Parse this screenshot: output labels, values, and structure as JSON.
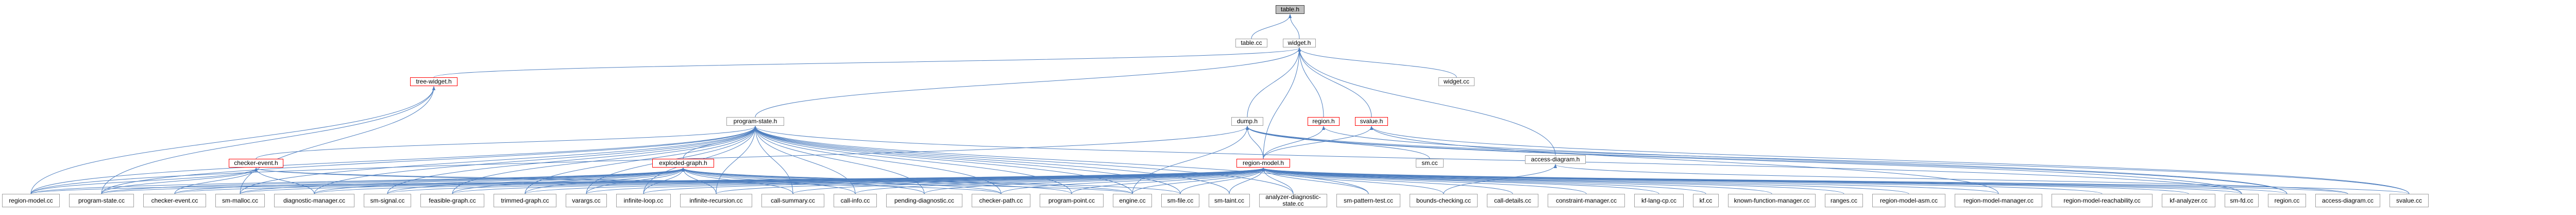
{
  "nodes": [
    {
      "id": "table_h",
      "label": "table.h",
      "kind": "root"
    },
    {
      "id": "table_cc",
      "label": "table.cc"
    },
    {
      "id": "widget_h",
      "label": "widget.h"
    },
    {
      "id": "widget_cc",
      "label": "widget.cc"
    },
    {
      "id": "tree_widget_h",
      "label": "tree-widget.h",
      "kind": "red"
    },
    {
      "id": "program_state_h",
      "label": "program-state.h"
    },
    {
      "id": "dump_h",
      "label": "dump.h"
    },
    {
      "id": "region_h",
      "label": "region.h",
      "kind": "red"
    },
    {
      "id": "svalue_h",
      "label": "svalue.h",
      "kind": "red"
    },
    {
      "id": "access_diagram_h",
      "label": "access-diagram.h"
    },
    {
      "id": "sm_cc",
      "label": "sm.cc"
    },
    {
      "id": "checker_event_h",
      "label": "checker-event.h",
      "kind": "red"
    },
    {
      "id": "exploded_graph_h",
      "label": "exploded-graph.h",
      "kind": "red"
    },
    {
      "id": "region_model_h",
      "label": "region-model.h",
      "kind": "red"
    },
    {
      "id": "region_model_cc",
      "label": "region-model.cc"
    },
    {
      "id": "program_state_cc",
      "label": "program-state.cc"
    },
    {
      "id": "checker_event_cc",
      "label": "checker-event.cc"
    },
    {
      "id": "sm_malloc_cc",
      "label": "sm-malloc.cc"
    },
    {
      "id": "diagnostic_manager_cc",
      "label": "diagnostic-manager.cc"
    },
    {
      "id": "sm_signal_cc",
      "label": "sm-signal.cc"
    },
    {
      "id": "feasible_graph_cc",
      "label": "feasible-graph.cc"
    },
    {
      "id": "trimmed_graph_cc",
      "label": "trimmed-graph.cc"
    },
    {
      "id": "varargs_cc",
      "label": "varargs.cc"
    },
    {
      "id": "infinite_loop_cc",
      "label": "infinite-loop.cc"
    },
    {
      "id": "infinite_recursion_cc",
      "label": "infinite-recursion.cc"
    },
    {
      "id": "call_summary_cc",
      "label": "call-summary.cc"
    },
    {
      "id": "call_info_cc",
      "label": "call-info.cc"
    },
    {
      "id": "pending_diagnostic_cc",
      "label": "pending-diagnostic.cc"
    },
    {
      "id": "checker_path_cc",
      "label": "checker-path.cc"
    },
    {
      "id": "program_point_cc",
      "label": "program-point.cc"
    },
    {
      "id": "engine_cc",
      "label": "engine.cc"
    },
    {
      "id": "sm_file_cc",
      "label": "sm-file.cc"
    },
    {
      "id": "sm_taint_cc",
      "label": "sm-taint.cc"
    },
    {
      "id": "ana_diag_cc",
      "label": "analyzer-diagnostic-state.cc",
      "kind": "multi"
    },
    {
      "id": "sm_pattern_test_cc",
      "label": "sm-pattern-test.cc"
    },
    {
      "id": "bounds_checking_cc",
      "label": "bounds-checking.cc"
    },
    {
      "id": "call_details_cc",
      "label": "call-details.cc"
    },
    {
      "id": "constraint_manager_cc",
      "label": "constraint-manager.cc"
    },
    {
      "id": "kf_lang_cp_cc",
      "label": "kf-lang-cp.cc"
    },
    {
      "id": "kf_cc",
      "label": "kf.cc"
    },
    {
      "id": "known_function_manager_cc",
      "label": "known-function-manager.cc"
    },
    {
      "id": "ranges_cc",
      "label": "ranges.cc"
    },
    {
      "id": "region_model_asm_cc",
      "label": "region-model-asm.cc"
    },
    {
      "id": "region_model_manager_cc",
      "label": "region-model-manager.cc"
    },
    {
      "id": "region_model_reachability_cc",
      "label": "region-model-reachability.cc"
    },
    {
      "id": "kf_analyzer_cc",
      "label": "kf-analyzer.cc"
    },
    {
      "id": "sm_fd_cc",
      "label": "sm-fd.cc"
    },
    {
      "id": "region_cc",
      "label": "region.cc"
    },
    {
      "id": "access_diagram_cc",
      "label": "access-diagram.cc"
    },
    {
      "id": "svalue_cc",
      "label": "svalue.cc"
    }
  ],
  "edges": [
    [
      "table_cc",
      "table_h"
    ],
    [
      "widget_h",
      "table_h"
    ],
    [
      "widget_cc",
      "widget_h"
    ],
    [
      "tree_widget_h",
      "widget_h"
    ],
    [
      "program_state_h",
      "widget_h"
    ],
    [
      "dump_h",
      "widget_h"
    ],
    [
      "region_h",
      "widget_h"
    ],
    [
      "svalue_h",
      "widget_h"
    ],
    [
      "access_diagram_h",
      "widget_h"
    ],
    [
      "region_model_h",
      "widget_h"
    ],
    [
      "region_model_cc",
      "tree_widget_h"
    ],
    [
      "program_state_cc",
      "tree_widget_h"
    ],
    [
      "sm_malloc_cc",
      "tree_widget_h"
    ],
    [
      "region_model_cc",
      "program_state_h"
    ],
    [
      "program_state_cc",
      "program_state_h"
    ],
    [
      "checker_event_h",
      "program_state_h"
    ],
    [
      "exploded_graph_h",
      "program_state_h"
    ],
    [
      "sm_malloc_cc",
      "program_state_h"
    ],
    [
      "diagnostic_manager_cc",
      "program_state_h"
    ],
    [
      "sm_signal_cc",
      "program_state_h"
    ],
    [
      "feasible_graph_cc",
      "program_state_h"
    ],
    [
      "trimmed_graph_cc",
      "program_state_h"
    ],
    [
      "varargs_cc",
      "program_state_h"
    ],
    [
      "infinite_loop_cc",
      "program_state_h"
    ],
    [
      "infinite_recursion_cc",
      "program_state_h"
    ],
    [
      "call_summary_cc",
      "program_state_h"
    ],
    [
      "call_info_cc",
      "program_state_h"
    ],
    [
      "pending_diagnostic_cc",
      "program_state_h"
    ],
    [
      "checker_path_cc",
      "program_state_h"
    ],
    [
      "program_point_cc",
      "program_state_h"
    ],
    [
      "engine_cc",
      "program_state_h"
    ],
    [
      "sm_file_cc",
      "program_state_h"
    ],
    [
      "sm_taint_cc",
      "program_state_h"
    ],
    [
      "ana_diag_cc",
      "program_state_h"
    ],
    [
      "sm_pattern_test_cc",
      "program_state_h"
    ],
    [
      "sm_fd_cc",
      "program_state_h"
    ],
    [
      "region_model_cc",
      "dump_h"
    ],
    [
      "sm_cc",
      "dump_h"
    ],
    [
      "region_model_h",
      "dump_h"
    ],
    [
      "engine_cc",
      "dump_h"
    ],
    [
      "sm_fd_cc",
      "dump_h"
    ],
    [
      "region_cc",
      "dump_h"
    ],
    [
      "svalue_cc",
      "dump_h"
    ],
    [
      "region_model_h",
      "region_h"
    ],
    [
      "region_cc",
      "region_h"
    ],
    [
      "region_model_h",
      "svalue_h"
    ],
    [
      "svalue_cc",
      "svalue_h"
    ],
    [
      "region_model_manager_cc",
      "svalue_h"
    ],
    [
      "access_diagram_cc",
      "access_diagram_h"
    ],
    [
      "bounds_checking_cc",
      "access_diagram_h"
    ],
    [
      "region_model_cc",
      "checker_event_h"
    ],
    [
      "checker_event_cc",
      "checker_event_h"
    ],
    [
      "diagnostic_manager_cc",
      "checker_event_h"
    ],
    [
      "program_state_cc",
      "checker_event_h"
    ],
    [
      "checker_path_cc",
      "checker_event_h"
    ],
    [
      "engine_cc",
      "checker_event_h"
    ],
    [
      "region_model_cc",
      "exploded_graph_h"
    ],
    [
      "program_state_cc",
      "exploded_graph_h"
    ],
    [
      "checker_event_cc",
      "exploded_graph_h"
    ],
    [
      "sm_malloc_cc",
      "exploded_graph_h"
    ],
    [
      "diagnostic_manager_cc",
      "exploded_graph_h"
    ],
    [
      "sm_signal_cc",
      "exploded_graph_h"
    ],
    [
      "feasible_graph_cc",
      "exploded_graph_h"
    ],
    [
      "trimmed_graph_cc",
      "exploded_graph_h"
    ],
    [
      "varargs_cc",
      "exploded_graph_h"
    ],
    [
      "infinite_loop_cc",
      "exploded_graph_h"
    ],
    [
      "infinite_recursion_cc",
      "exploded_graph_h"
    ],
    [
      "call_summary_cc",
      "exploded_graph_h"
    ],
    [
      "call_info_cc",
      "exploded_graph_h"
    ],
    [
      "pending_diagnostic_cc",
      "exploded_graph_h"
    ],
    [
      "checker_path_cc",
      "exploded_graph_h"
    ],
    [
      "program_point_cc",
      "exploded_graph_h"
    ],
    [
      "engine_cc",
      "exploded_graph_h"
    ],
    [
      "sm_file_cc",
      "exploded_graph_h"
    ],
    [
      "region_model_cc",
      "region_model_h"
    ],
    [
      "program_state_cc",
      "region_model_h"
    ],
    [
      "checker_event_cc",
      "region_model_h"
    ],
    [
      "sm_malloc_cc",
      "region_model_h"
    ],
    [
      "diagnostic_manager_cc",
      "region_model_h"
    ],
    [
      "sm_signal_cc",
      "region_model_h"
    ],
    [
      "feasible_graph_cc",
      "region_model_h"
    ],
    [
      "trimmed_graph_cc",
      "region_model_h"
    ],
    [
      "varargs_cc",
      "region_model_h"
    ],
    [
      "infinite_loop_cc",
      "region_model_h"
    ],
    [
      "infinite_recursion_cc",
      "region_model_h"
    ],
    [
      "call_summary_cc",
      "region_model_h"
    ],
    [
      "call_info_cc",
      "region_model_h"
    ],
    [
      "pending_diagnostic_cc",
      "region_model_h"
    ],
    [
      "checker_path_cc",
      "region_model_h"
    ],
    [
      "program_point_cc",
      "region_model_h"
    ],
    [
      "engine_cc",
      "region_model_h"
    ],
    [
      "sm_file_cc",
      "region_model_h"
    ],
    [
      "sm_taint_cc",
      "region_model_h"
    ],
    [
      "ana_diag_cc",
      "region_model_h"
    ],
    [
      "sm_pattern_test_cc",
      "region_model_h"
    ],
    [
      "bounds_checking_cc",
      "region_model_h"
    ],
    [
      "call_details_cc",
      "region_model_h"
    ],
    [
      "constraint_manager_cc",
      "region_model_h"
    ],
    [
      "kf_lang_cp_cc",
      "region_model_h"
    ],
    [
      "kf_cc",
      "region_model_h"
    ],
    [
      "known_function_manager_cc",
      "region_model_h"
    ],
    [
      "ranges_cc",
      "region_model_h"
    ],
    [
      "region_model_asm_cc",
      "region_model_h"
    ],
    [
      "region_model_manager_cc",
      "region_model_h"
    ],
    [
      "region_model_reachability_cc",
      "region_model_h"
    ],
    [
      "kf_analyzer_cc",
      "region_model_h"
    ],
    [
      "sm_fd_cc",
      "region_model_h"
    ],
    [
      "region_cc",
      "region_model_h"
    ],
    [
      "access_diagram_cc",
      "region_model_h"
    ],
    [
      "svalue_cc",
      "region_model_h"
    ]
  ]
}
